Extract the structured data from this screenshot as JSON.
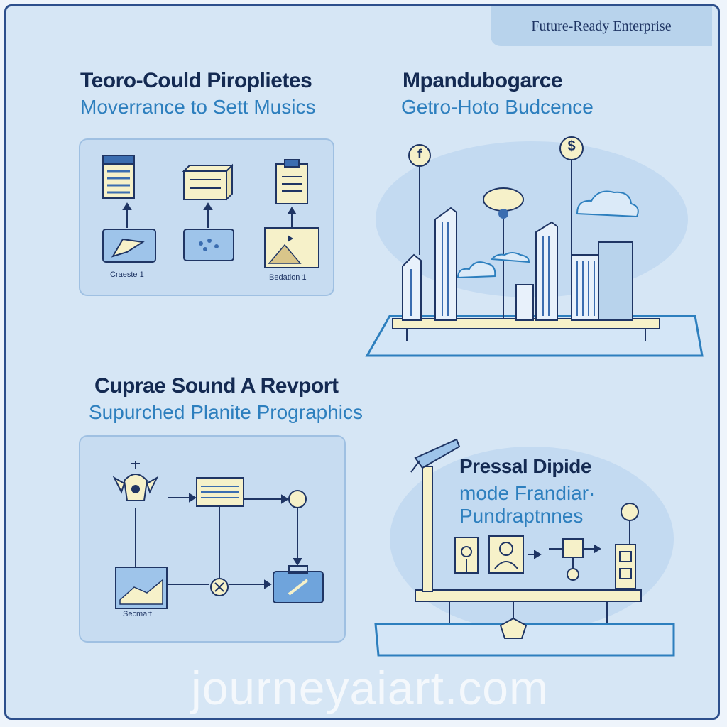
{
  "badge": "Future-Ready Enterprise",
  "section1": {
    "title": "Teoro-Could Piroplietes",
    "subtitle": "Moverrance to Sett Musics",
    "label_left": "Craeste 1",
    "label_right": "Bedation 1"
  },
  "section2": {
    "title": "Mpandubogarce",
    "subtitle": "Getro-Hoto Budcence",
    "pin_left": "f",
    "pin_right": "$"
  },
  "section3": {
    "title": "Cuprae Sound A Revport",
    "subtitle": "Supurched Planite Prographics",
    "label_bottom": "Secmart"
  },
  "section4": {
    "title": "Pressal Dipide",
    "subtitle_line1": "mode Frandiar·",
    "subtitle_line2": "Pundraptnnes"
  },
  "watermark": "journeyaiart.com",
  "colors": {
    "navy": "#1f3564",
    "accent_blue": "#2d7fbe",
    "panel": "#c7dcf1",
    "cream": "#f6f1c9"
  }
}
